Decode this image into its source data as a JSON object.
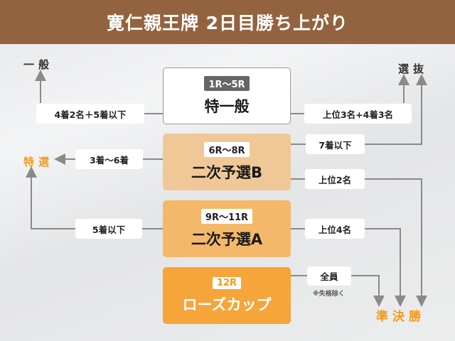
{
  "title": "寛仁親王牌 2日目勝ち上がり",
  "races": [
    {
      "range": "1R〜5R",
      "name": "特一般"
    },
    {
      "range": "6R〜8R",
      "name": "二次予選B"
    },
    {
      "range": "9R〜11R",
      "name": "二次予選A"
    },
    {
      "range": "12R",
      "name": "ローズカップ"
    }
  ],
  "destinations": {
    "ippan": "一般",
    "senbatsu": "選抜",
    "tokusen": "特選",
    "junkessho": "準決勝"
  },
  "conditions": {
    "r1_left": "4着2名＋5着以下",
    "r1_right": "上位3名+4着3名",
    "r2_left": "3着〜6着",
    "r2_right_top": "7着以下",
    "r2_right": "上位2名",
    "r3_left": "5着以下",
    "r3_right": "上位4名",
    "r4_right": "全員",
    "r4_note": "※失格除く"
  },
  "colors": {
    "header": "#93633f",
    "accent": "#f39a1e",
    "box_b": "#f0c898",
    "box_a": "#f4b86a",
    "box_cup": "#f6a53a"
  }
}
